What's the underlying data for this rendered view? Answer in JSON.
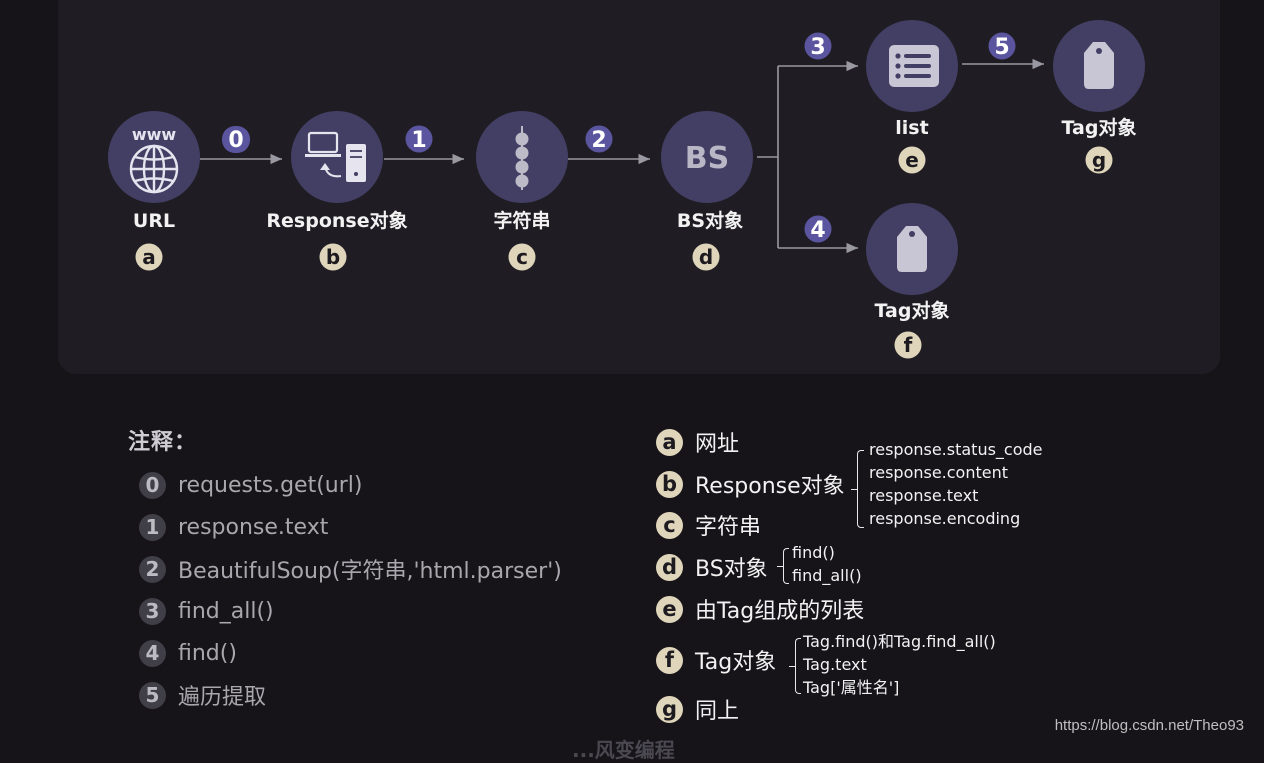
{
  "colors": {
    "background": "#161419",
    "panel": "#1f1d23",
    "node_fill": "#433f64",
    "step_badge": "#5b55a0",
    "letter_badge": "#dfd5ba",
    "arrow": "#9a98a0"
  },
  "diagram": {
    "nodes": [
      {
        "id": "a",
        "label": "URL",
        "icon": "globe-www-icon",
        "icon_text": "www"
      },
      {
        "id": "b",
        "label": "Response对象",
        "icon": "computer-server-icon"
      },
      {
        "id": "c",
        "label": "字符串",
        "icon": "string-beads-icon"
      },
      {
        "id": "d",
        "label": "BS对象",
        "icon": "bs-text-icon",
        "icon_text": "BS"
      },
      {
        "id": "e",
        "label": "list",
        "icon": "list-icon"
      },
      {
        "id": "f",
        "label": "Tag对象",
        "icon": "tag-icon"
      },
      {
        "id": "g",
        "label": "Tag对象",
        "icon": "tag-icon"
      }
    ],
    "steps": [
      "0",
      "1",
      "2",
      "3",
      "4",
      "5"
    ]
  },
  "notes": {
    "title": "注释：",
    "steps": [
      {
        "num": "0",
        "label": "requests.get(url)"
      },
      {
        "num": "1",
        "label": "response.text"
      },
      {
        "num": "2",
        "label": "BeautifulSoup(字符串,'html.parser')"
      },
      {
        "num": "3",
        "label": "find_all()"
      },
      {
        "num": "4",
        "label": "find()"
      },
      {
        "num": "5",
        "label": "遍历提取"
      }
    ]
  },
  "legend": [
    {
      "id": "a",
      "label": "网址"
    },
    {
      "id": "b",
      "label": "Response对象",
      "subs": [
        "response.status_code",
        "response.content",
        "response.text",
        "response.encoding"
      ]
    },
    {
      "id": "c",
      "label": "字符串"
    },
    {
      "id": "d",
      "label": "BS对象",
      "subs": [
        "find()",
        "find_all()"
      ]
    },
    {
      "id": "e",
      "label": "由Tag组成的列表"
    },
    {
      "id": "f",
      "label": "Tag对象",
      "subs": [
        "Tag.find()和Tag.find_all()",
        "Tag.text",
        "Tag['属性名']"
      ]
    },
    {
      "id": "g",
      "label": "同上"
    }
  ],
  "watermark": "https://blog.csdn.net/Theo93",
  "faded_footer": "...风变编程"
}
